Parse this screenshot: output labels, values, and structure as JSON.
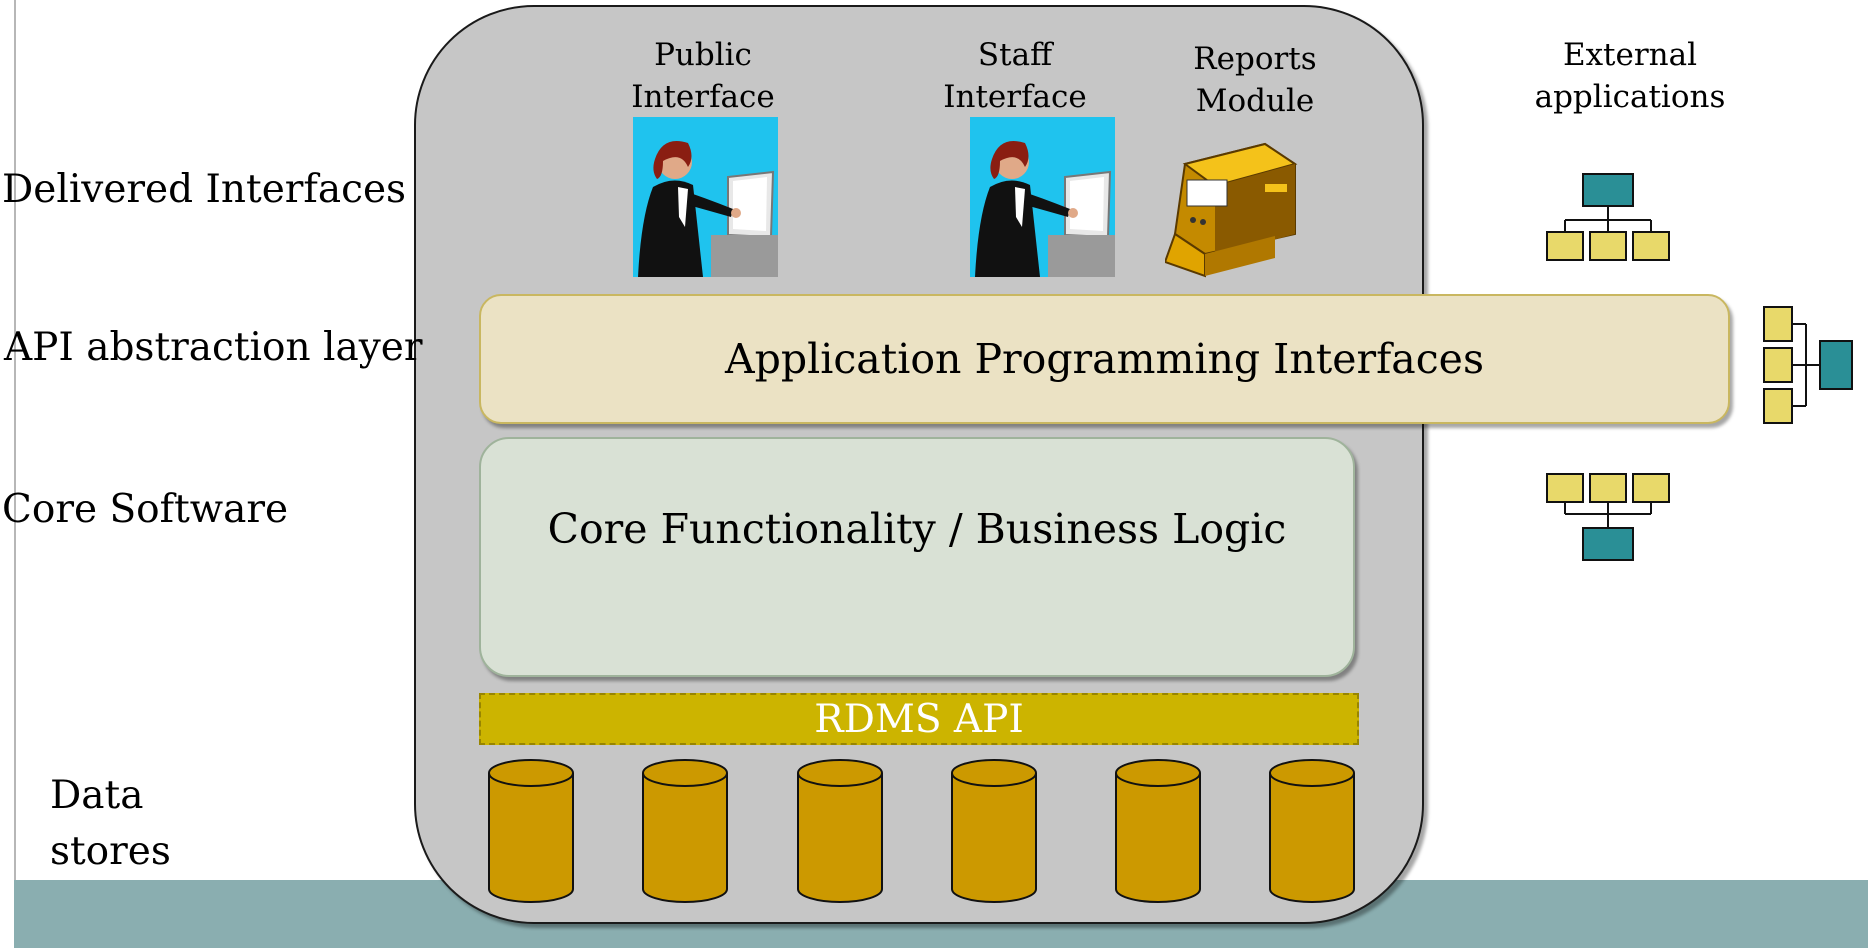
{
  "layers": {
    "delivered_interfaces": "Delivered Interfaces",
    "api_abstraction": "API abstraction layer",
    "core_software": "Core Software",
    "data_stores_line1": "Data",
    "data_stores_line2": "stores"
  },
  "interfaces": {
    "public": {
      "line1": "Public",
      "line2": "Interface",
      "icon": "user-at-computer-icon"
    },
    "staff": {
      "line1": "Staff",
      "line2": "Interface",
      "icon": "user-at-computer-icon"
    },
    "reports": {
      "line1": "Reports",
      "line2": "Module",
      "icon": "printer-icon"
    }
  },
  "external": {
    "line1": "External",
    "line2": "applications"
  },
  "api_bar": {
    "label": "Application Programming Interfaces"
  },
  "core": {
    "label": "Core Functionality / Business Logic"
  },
  "rdms": {
    "label": "RDMS API"
  },
  "datastores": {
    "count": 6,
    "icon": "database-cylinder-icon"
  },
  "colors": {
    "container": "#c6c6c6",
    "api_bar": "#ebe2c4",
    "core": "#d9e1d5",
    "rdms": "#ccb400",
    "cylinder": "#cc9900",
    "hierarchy_node_teal": "#2a8f96",
    "hierarchy_node_yellow": "#e8d96a",
    "bottom_band": "#8aaeb0"
  }
}
